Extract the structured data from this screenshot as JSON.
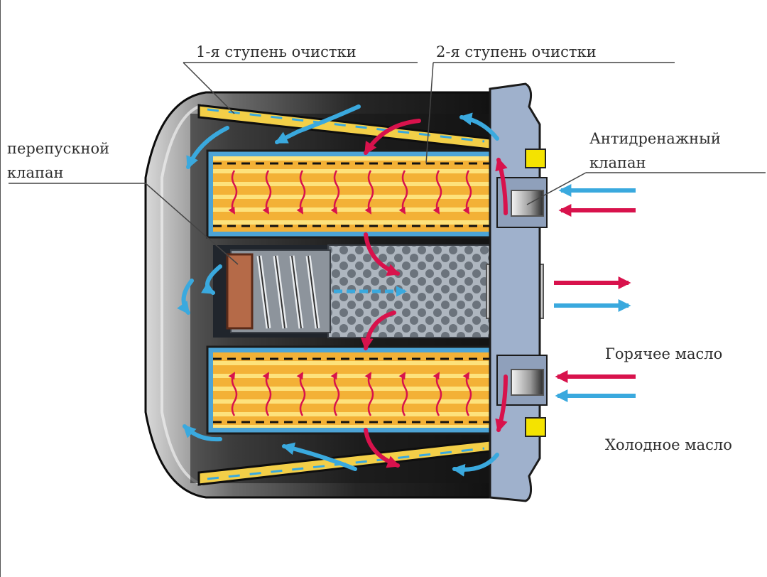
{
  "labels": {
    "stage1": "1-я ступень очистки",
    "stage2": "2-я ступень очистки",
    "bypass_line1": "перепускной",
    "bypass_line2": "клапан",
    "antidrain_line1": "Антидренажный",
    "antidrain_line2": "клапан",
    "hot_oil": "Горячее масло",
    "cold_oil": "Холодное масло"
  },
  "colors": {
    "housing": "#1c1c1c",
    "filter_media": "#f2b53a",
    "filter_stripe": "#fde07a",
    "hot_flow": "#d8124c",
    "cold_flow": "#3aa9de",
    "base_plate": "#9fb1cc",
    "perforated_tube": "#b9c0c8",
    "valve_disk": "#b56a48",
    "seal_yellow": "#f4e300"
  }
}
